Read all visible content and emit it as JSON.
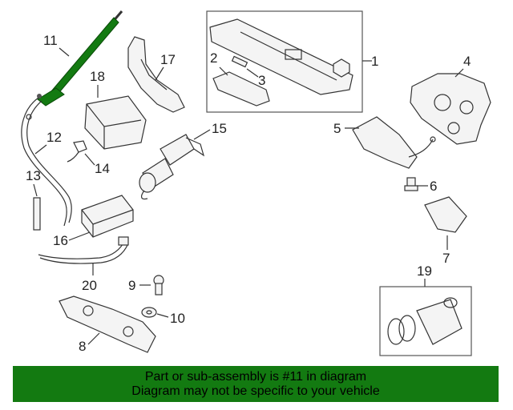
{
  "callouts": {
    "c1": "1",
    "c2": "2",
    "c3": "3",
    "c4": "4",
    "c5": "5",
    "c6": "6",
    "c7": "7",
    "c8": "8",
    "c9": "9",
    "c10": "10",
    "c11": "11",
    "c12": "12",
    "c13": "13",
    "c14": "14",
    "c15": "15",
    "c16": "16",
    "c17": "17",
    "c18": "18",
    "c19": "19",
    "c20": "20"
  },
  "highlight_color": "#137a11",
  "highlighted_part": "11",
  "banner": {
    "line1": "Part or sub-assembly is #11 in diagram",
    "line2": "Diagram may not be specific to your vehicle"
  }
}
